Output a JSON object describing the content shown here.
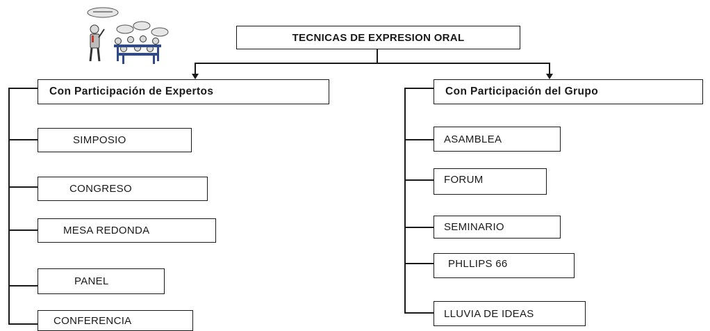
{
  "diagram": {
    "title": "TECNICAS DE EXPRESION ORAL",
    "branches": [
      {
        "label": "Con Participación de Expertos",
        "items": [
          "SIMPOSIO",
          "CONGRESO",
          "MESA REDONDA",
          "PANEL",
          "CONFERENCIA"
        ]
      },
      {
        "label": "Con Participación del Grupo",
        "items": [
          "ASAMBLEA",
          "FORUM",
          "SEMINARIO",
          "PHLLIPS 66",
          "LLUVIA DE IDEAS"
        ]
      }
    ]
  },
  "illustration": {
    "icon": "speaker-with-audience-icon",
    "colors": {
      "outline": "#333333",
      "bubble": "#e6e6e6",
      "bench": "#2f4a86",
      "accent": "#c0392b"
    }
  }
}
